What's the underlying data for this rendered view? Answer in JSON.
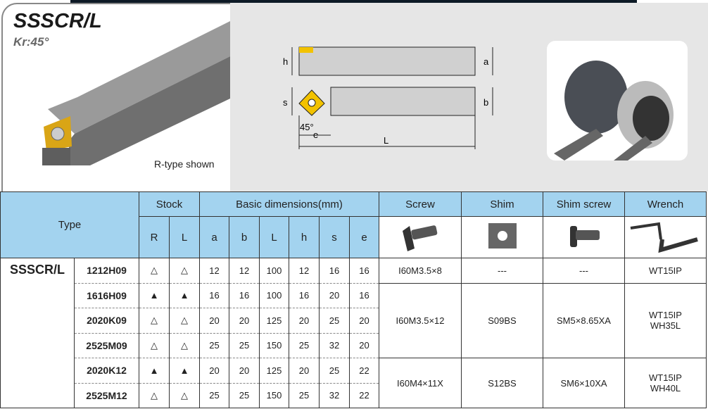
{
  "header": {
    "title": "SSSCR/L",
    "angle": "Kr:45°",
    "caption": "R-type shown"
  },
  "diagram": {
    "labels": {
      "h": "h",
      "a": "a",
      "s": "s",
      "b": "b",
      "angle": "45°",
      "e": "e",
      "L": "L"
    }
  },
  "table": {
    "headers": {
      "type": "Type",
      "stock": "Stock",
      "dims": "Basic dimensions(mm)",
      "screw": "Screw",
      "shim": "Shim",
      "shim_screw": "Shim screw",
      "wrench": "Wrench"
    },
    "subheaders": [
      "R",
      "L",
      "a",
      "b",
      "L",
      "h",
      "s",
      "e"
    ],
    "type_name": "SSSCR/L",
    "rows": [
      {
        "code": "1212H09",
        "R": "△",
        "L": "△",
        "a": "12",
        "b": "12",
        "Ln": "100",
        "h": "12",
        "s": "16",
        "e": "16"
      },
      {
        "code": "1616H09",
        "R": "▲",
        "L": "▲",
        "a": "16",
        "b": "16",
        "Ln": "100",
        "h": "16",
        "s": "20",
        "e": "16"
      },
      {
        "code": "2020K09",
        "R": "△",
        "L": "△",
        "a": "20",
        "b": "20",
        "Ln": "125",
        "h": "20",
        "s": "25",
        "e": "20"
      },
      {
        "code": "2525M09",
        "R": "△",
        "L": "△",
        "a": "25",
        "b": "25",
        "Ln": "150",
        "h": "25",
        "s": "32",
        "e": "20"
      },
      {
        "code": "2020K12",
        "R": "▲",
        "L": "▲",
        "a": "20",
        "b": "20",
        "Ln": "125",
        "h": "20",
        "s": "25",
        "e": "22"
      },
      {
        "code": "2525M12",
        "R": "△",
        "L": "△",
        "a": "25",
        "b": "25",
        "Ln": "150",
        "h": "25",
        "s": "32",
        "e": "22"
      }
    ],
    "parts": [
      {
        "screw": "I60M3.5×8",
        "shim": "---",
        "shim_screw": "---",
        "wrench": [
          "WT15IP"
        ]
      },
      {
        "screw": "I60M3.5×12",
        "shim": "S09BS",
        "shim_screw": "SM5×8.65XA",
        "wrench": [
          "WT15IP",
          "WH35L"
        ]
      },
      {
        "screw": "I60M4×11X",
        "shim": "S12BS",
        "shim_screw": "SM6×10XA",
        "wrench": [
          "WT15IP",
          "WH40L"
        ]
      }
    ]
  }
}
